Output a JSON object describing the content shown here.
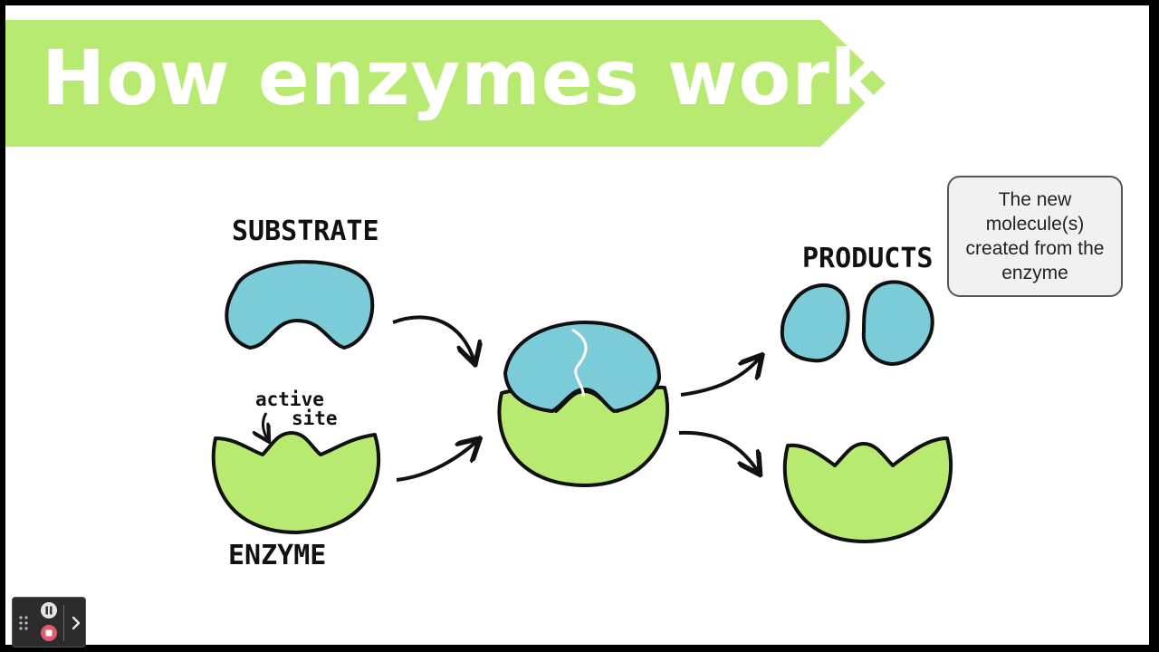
{
  "banner": {
    "title": "How enzymes work",
    "color": "#b8ea72"
  },
  "labels": {
    "substrate": "SUBSTRATE",
    "enzyme": "ENZYME",
    "products": "PRODUCTS",
    "active_site_line1": "active",
    "active_site_line2": "site"
  },
  "callout": {
    "text": "The new molecule(s) created from the enzyme"
  },
  "colors": {
    "substrate_fill": "#7ccbd9",
    "enzyme_fill": "#b8ea72",
    "outline": "#111111"
  },
  "icons": {
    "grip": "grip-dots-icon",
    "pause": "pause-icon",
    "stop": "stop-icon",
    "expand": "chevron-right-icon"
  }
}
